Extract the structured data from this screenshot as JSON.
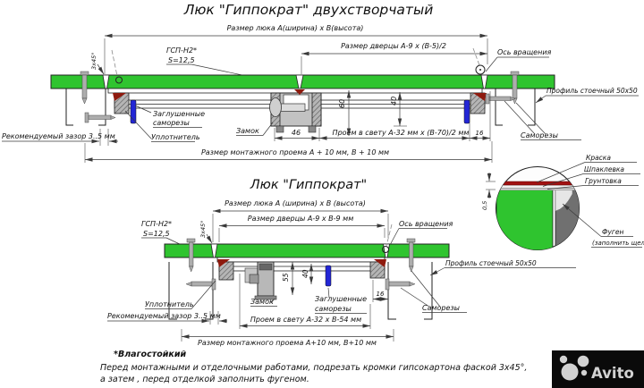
{
  "top": {
    "title": "Люк \"Гиппократ\" двухстворчатый",
    "dim_hatch": "Размер люка А(ширина) х В(высота)",
    "dim_door": "Размер дверцы А-9 х (В-5)/2",
    "dim_lock_width": "46",
    "dim_h60": "60",
    "dim_h40": "40",
    "dim_clear": "Проем в свету А-32 мм х (В-70)/2 мм",
    "dim_16": "16",
    "dim_mount": "Размер монтажного проема А + 10 мм, В + 10 мм",
    "chamfer": "3х45°",
    "gap": "Рекомендуемый зазор 3..5 мм",
    "board": "ГСП-Н2*",
    "board_s": "S=12,5",
    "axis": "Ось вращения",
    "plugged1": "Заглушенные",
    "plugged2": "саморезы",
    "seal": "Уплотнитель",
    "lock": "Замок",
    "screws": "Саморезы",
    "profile": "Профиль стоечный 50х50"
  },
  "bottom": {
    "title": "Люк \"Гиппократ\"",
    "dim_hatch": "Размер люка А (ширина) х В (высота)",
    "dim_door": "Размер дверцы А-9 х В-9 мм",
    "dim_h55": "55",
    "dim_h40": "40",
    "dim_clear": "Проем в свету А-32 х В-54 мм",
    "dim_16": "16",
    "dim_mount": "Размер монтажного проема А+10 мм, В+10 мм",
    "chamfer": "3х45°",
    "gap": "Рекомендуемый зазор 3..5 мм",
    "board": "ГСП-Н2*",
    "board_s": "S=12,5",
    "axis": "Ось вращения",
    "plugged1": "Заглушенные",
    "plugged2": "саморезы",
    "seal": "Уплотнитель",
    "lock": "Замок",
    "screws": "Саморезы",
    "profile": "Профиль стоечный 50х50"
  },
  "detail": {
    "paint": "Краска",
    "putty": "Шпаклевка",
    "primer": "Грунтовка",
    "fugen1": "Фуген",
    "fugen2": "(заполнить щели)",
    "thickness": "0,5"
  },
  "notes": {
    "moisture": "*Влагостойкий",
    "line1": "Перед монтажными и отделочными работами, подрезать кромки гипсокартона фаской 3х45°,",
    "line2": "а затем , перед отделкой заполнить фугеном."
  },
  "watermark": {
    "brand": "Avito"
  },
  "colors": {
    "board_green": "#2fc42f",
    "screw_blue": "#2326d6",
    "wedge_red": "#8e1a0e",
    "paint_red": "#a11212",
    "watermark_bg": "#0a0a0a"
  }
}
